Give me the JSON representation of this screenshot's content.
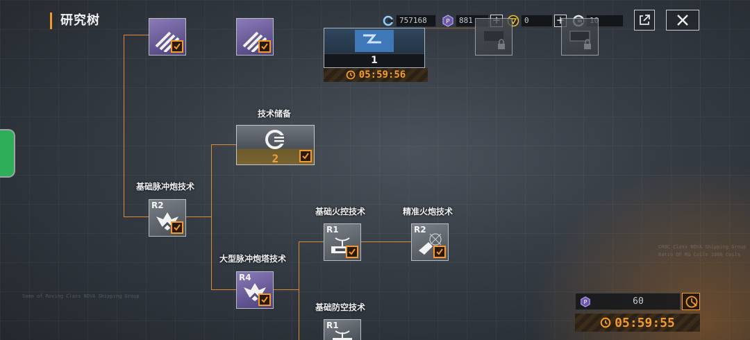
{
  "header": {
    "title": "研究树"
  },
  "resources": [
    {
      "name": "credits",
      "icon": "refresh-icon",
      "value": "757168"
    },
    {
      "name": "purple",
      "icon": "purple-gem-icon",
      "value": "881"
    },
    {
      "name": "gold",
      "icon": "gold-coin-icon",
      "value": "0"
    },
    {
      "name": "tech",
      "icon": "tech-chip-icon",
      "value": "10"
    }
  ],
  "top_card": {
    "count": "1",
    "timer": "05:59:56"
  },
  "reserve": {
    "label": "技术储备",
    "count": "2"
  },
  "nodes": {
    "basic_pulse": {
      "label": "基础脉冲炮技术",
      "rank": "R2"
    },
    "large_pulse": {
      "label": "大型脉冲炮塔技术",
      "rank": "R4"
    },
    "basic_fire_control": {
      "label": "基础火控技术",
      "rank": "R1"
    },
    "precision_fire": {
      "label": "精准火炮技术",
      "rank": "R2"
    },
    "basic_air_defense": {
      "label": "基础防空技术",
      "rank": "R1"
    }
  },
  "cost_panel": {
    "cost": "60",
    "timer": "05:59:55"
  },
  "deco": {
    "left_note": "Some of Roving Class NOVA Shipping Group",
    "right_note_1": "CROC Class NOVA Shipping Group",
    "right_note_2": "Ratio OF RG Coils 1000 Coils"
  },
  "colors": {
    "accent": "#f39a2b",
    "purple": "#6b58a8",
    "background": "#353b43"
  }
}
